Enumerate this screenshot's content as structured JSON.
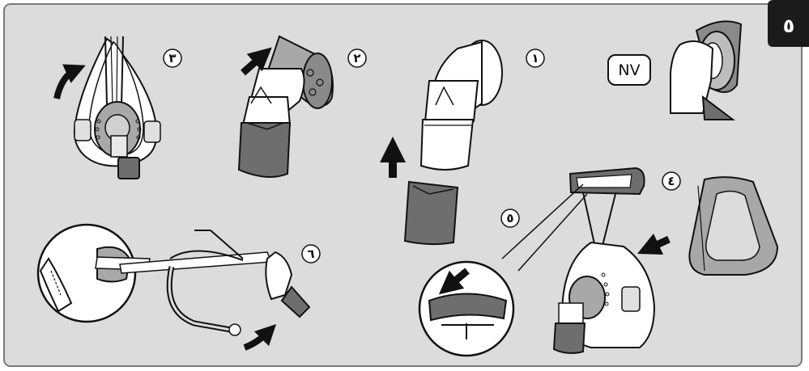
{
  "page_number": "٥",
  "nv_label": "NV",
  "steps": [
    {
      "id": "step-1",
      "label": "١"
    },
    {
      "id": "step-2",
      "label": "٢"
    },
    {
      "id": "step-3",
      "label": "٣"
    },
    {
      "id": "step-4",
      "label": "٤"
    },
    {
      "id": "step-5",
      "label": "٥"
    },
    {
      "id": "step-6",
      "label": "٦"
    }
  ],
  "colors": {
    "panel": "#dcdcdc",
    "panel_border": "#7a7a7a",
    "outline": "#111111",
    "part_light": "#ffffff",
    "part_mid": "#a8a8a8",
    "part_dark": "#6e6e6e",
    "arrow": "#111111",
    "tab": "#1b1b1b"
  }
}
